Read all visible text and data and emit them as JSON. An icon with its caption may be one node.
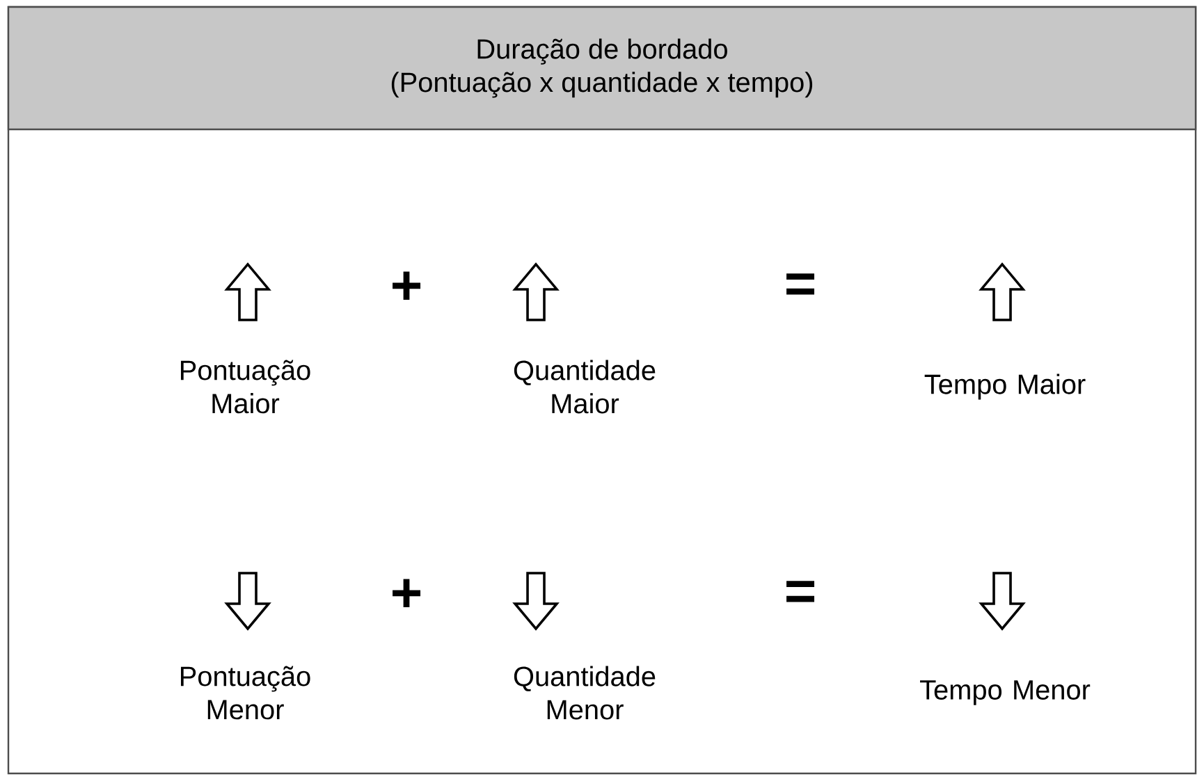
{
  "diagram": {
    "nodes": [
      {
        "text": [
          "Duração de bordado",
          "(Pontuação x quantidade x tempo)"
        ]
      }
    ],
    "labels": [
      "+",
      "=",
      "Pontuação Maior",
      "Quantidade Maior",
      "Tempo Maior",
      "+",
      "=",
      "Pontuação Menor",
      "Quantidade Menor",
      "Tempo Menor"
    ]
  }
}
